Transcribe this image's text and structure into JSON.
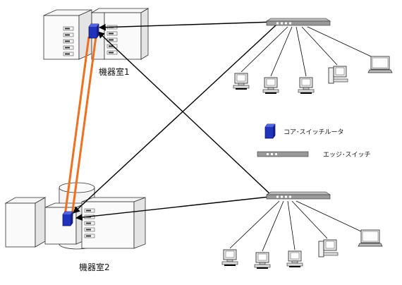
{
  "rooms": [
    {
      "label": "機器室1"
    },
    {
      "label": "機器室2"
    }
  ],
  "legend": {
    "core_switch_label": "コア･スイッチルータ",
    "edge_switch_label": "エッジ･スイッチ"
  },
  "colors": {
    "core_switch": "#2233bb",
    "link_orange": "#f07020",
    "line": "#000000"
  },
  "icons": [
    "server-rack-icon",
    "disk-storage-icon",
    "core-switch-icon",
    "edge-switch-icon",
    "desktop-pc-icon",
    "laptop-icon"
  ]
}
